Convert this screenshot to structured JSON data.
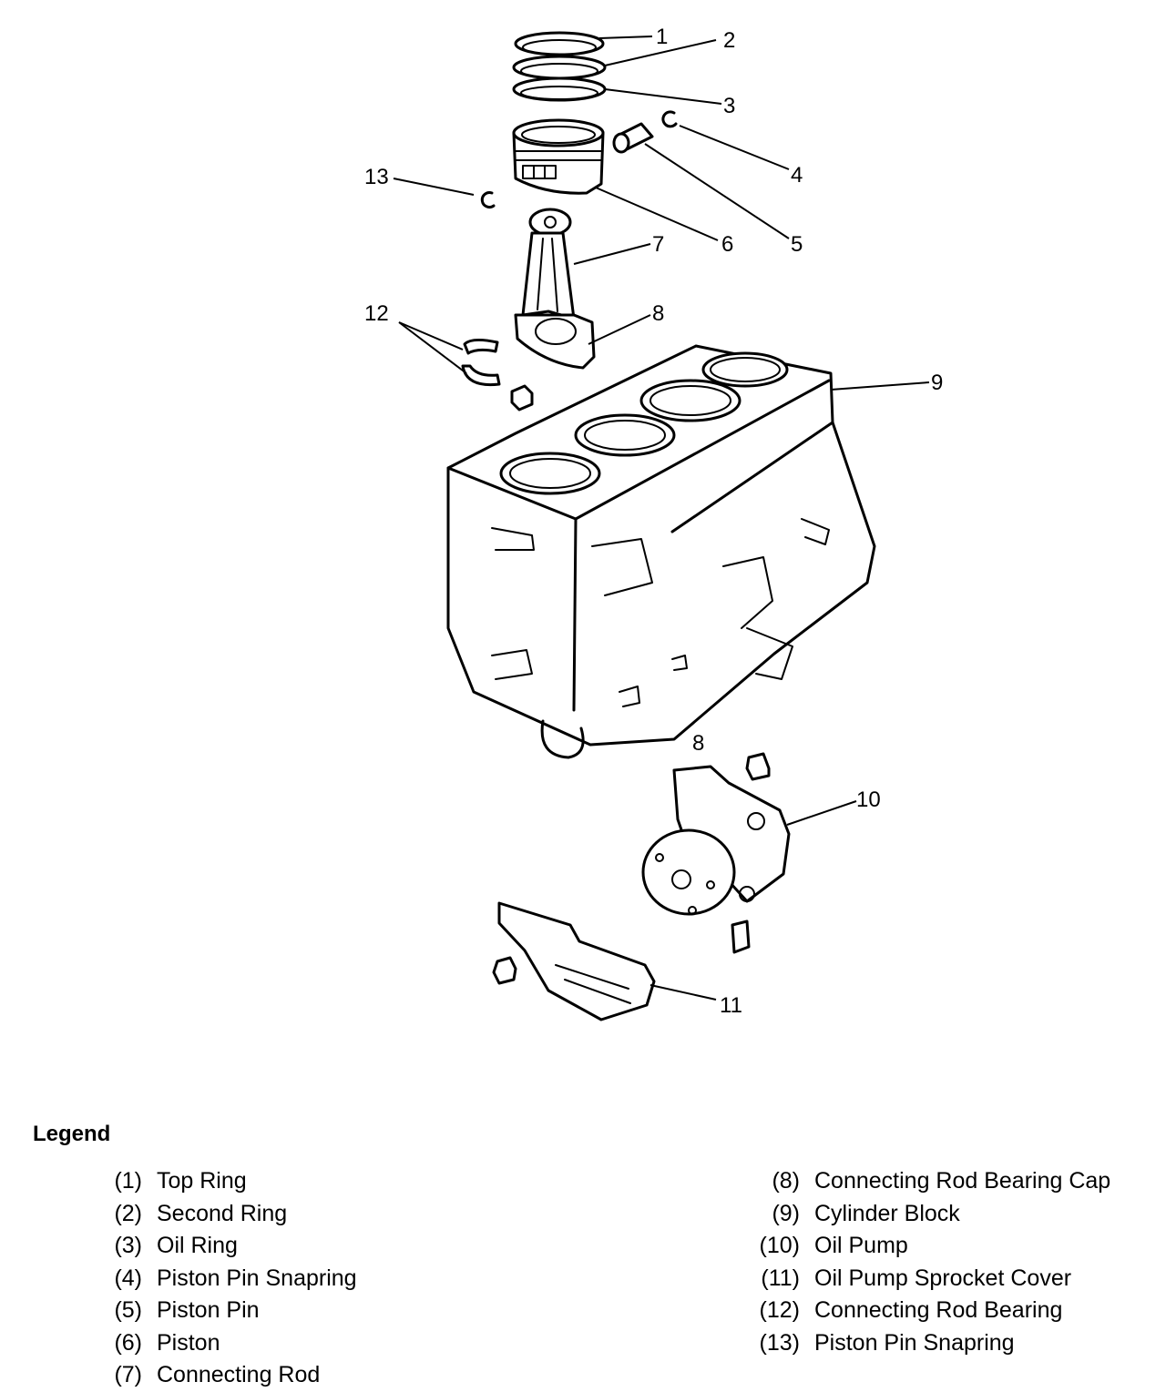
{
  "callouts": [
    {
      "id": "c1",
      "label": "1"
    },
    {
      "id": "c2",
      "label": "2"
    },
    {
      "id": "c3",
      "label": "3"
    },
    {
      "id": "c4",
      "label": "4"
    },
    {
      "id": "c5",
      "label": "5"
    },
    {
      "id": "c6",
      "label": "6"
    },
    {
      "id": "c7",
      "label": "7"
    },
    {
      "id": "c8",
      "label": "8"
    },
    {
      "id": "c8b",
      "label": "8"
    },
    {
      "id": "c9",
      "label": "9"
    },
    {
      "id": "c10",
      "label": "10"
    },
    {
      "id": "c11",
      "label": "11"
    },
    {
      "id": "c12",
      "label": "12"
    },
    {
      "id": "c13",
      "label": "13"
    }
  ],
  "legend": {
    "title": "Legend",
    "left": [
      {
        "num": "(1)",
        "text": "Top Ring"
      },
      {
        "num": "(2)",
        "text": "Second Ring"
      },
      {
        "num": "(3)",
        "text": "Oil Ring"
      },
      {
        "num": "(4)",
        "text": "Piston Pin Snapring"
      },
      {
        "num": "(5)",
        "text": "Piston Pin"
      },
      {
        "num": "(6)",
        "text": "Piston"
      },
      {
        "num": "(7)",
        "text": "Connecting Rod"
      }
    ],
    "right": [
      {
        "num": "(8)",
        "text": "Connecting Rod Bearing Cap"
      },
      {
        "num": "(9)",
        "text": "Cylinder Block"
      },
      {
        "num": "(10)",
        "text": "Oil Pump"
      },
      {
        "num": "(11)",
        "text": "Oil Pump Sprocket Cover"
      },
      {
        "num": "(12)",
        "text": "Connecting Rod Bearing"
      },
      {
        "num": "(13)",
        "text": "Piston Pin Snapring"
      }
    ]
  }
}
